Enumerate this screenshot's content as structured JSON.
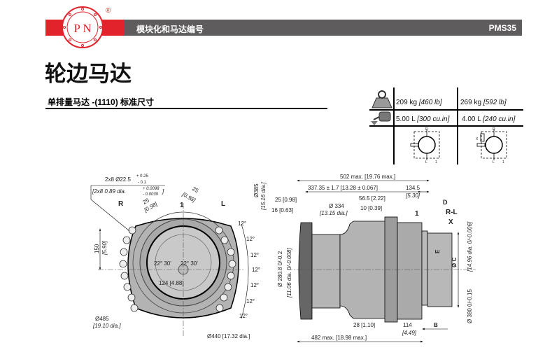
{
  "header": {
    "logo_text": "P N",
    "registered": "®",
    "section": "模块化和马达编号",
    "code": "PMS35"
  },
  "title": "轮边马达",
  "subtitle": "单排量马达 -(1110) 标准尺寸",
  "specs": {
    "weight": [
      {
        "value": "209 kg",
        "imperial": "[460 lb]"
      },
      {
        "value": "269 kg",
        "imperial": "[592 lb]"
      }
    ],
    "oil": [
      {
        "value": "5.00 L",
        "imperial": "[300 cu.in]"
      },
      {
        "value": "4.00 L",
        "imperial": "[240 cu.in]"
      }
    ],
    "diagram_labels": {
      "r": "R",
      "l": "L",
      "one": "1",
      "x": "X"
    }
  },
  "front_view": {
    "holes": "2x8 Ø22.5",
    "holes_tol_plus": "+ 0.25",
    "holes_tol_minus": "- 0.1",
    "holes_in": "[2x8  0.89 dia.",
    "holes_in_tol_plus": "+ 0.0098",
    "holes_in_tol_minus": "- 0.0039",
    "holes_in_close": "]",
    "dim25a": "25",
    "dim25a_in": "[0.98]",
    "dim25b": "25",
    "dim25b_in": "[0.98]",
    "port_r": "R",
    "port_1": "1",
    "port_l": "L",
    "dim150": "150",
    "dim150_in": "[5.90]",
    "angle_left": "22° 30'",
    "angle_right": "22° 30'",
    "radius": "124 [4.88]",
    "dia485": "Ø485",
    "dia485_in": "[19.10 dia.]",
    "dia440": "Ø440  [17.32 dia.]",
    "angles": [
      "12°",
      "12°",
      "12°",
      "12°",
      "12°",
      "12°",
      "12°"
    ],
    "dia385": "Ø385",
    "dia385_in": "[15.16 dia.]"
  },
  "side_view": {
    "overall": "502 max. [19.76 max.]",
    "len337": "337.35 ± 1.7  [13.28 ± 0.067]",
    "len134": "134.5",
    "len134_in": "[5.30]",
    "len25": "25  [0.98]",
    "len16": "16  [0.63]",
    "dia334": "Ø 334",
    "dia334_in": "[13.15 dia.]",
    "len56": "56.5 [2.22]",
    "len10": "10  [0.39]",
    "d": "D",
    "one": "1",
    "rl": "R-L",
    "x": "X",
    "e": "E",
    "c": "Ø C",
    "dia280": "Ø 280.8 0/-0.2",
    "dia280_in": "[11.06 dia. 0/-0.008]",
    "dia380_in": "[14.96 dia. 0/-0.006]",
    "dia380": "Ø 380 0/-0.15",
    "len28": "28  [1.10]",
    "len114": "114",
    "len114_in": "[4.49]",
    "b": "B",
    "len482": "482 max. [18.98 max.]"
  },
  "colors": {
    "red": "#e3232c",
    "gray": "#5e5c5d",
    "body": "#b3b3b3"
  }
}
